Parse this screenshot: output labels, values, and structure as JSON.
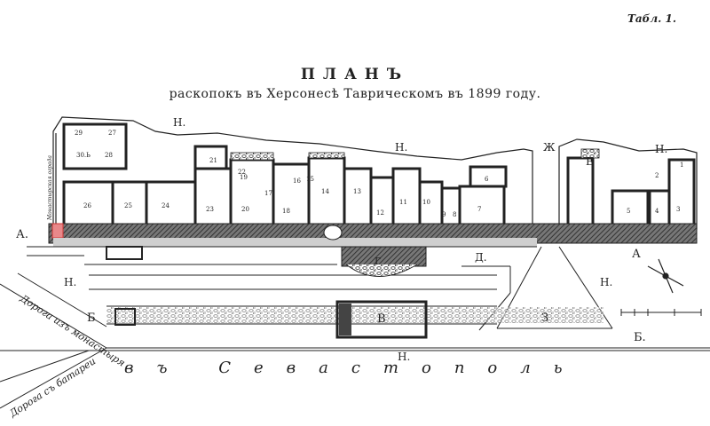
{
  "plate_label": "Табл. 1.",
  "title": "ПЛАНЪ",
  "subtitle": "раскопокъ въ Херсонесѣ Таврическомъ въ 1899 году.",
  "road_sevastopol": "въ Севастополь",
  "road_monastery": "Дорога изъ монастыря",
  "road_battery": "Дорога съ батареи",
  "wall_label": "Монастырская ограда",
  "section_marks": {
    "a_left": "А.",
    "a_right": "А",
    "b_left": "Б",
    "b_right": "Б."
  },
  "area_marks": {
    "h1": "Н.",
    "h2": "Н.",
    "h3": "Н.",
    "h4": "Н.",
    "h5": "Н.",
    "h6": "Н.",
    "zh": "Ж",
    "e": "Е",
    "d": "Д.",
    "v": "В",
    "g": "Г",
    "z": "З"
  },
  "rooms": [
    "29",
    "27",
    "30.Ь",
    "28",
    "26",
    "25",
    "24",
    "23",
    "22",
    "21",
    "20",
    "19",
    "18",
    "17",
    "16",
    "15",
    "14",
    "13",
    "12",
    "11",
    "10",
    "9",
    "8",
    "7",
    "6",
    "5",
    "4",
    "3",
    "2",
    "1"
  ],
  "colors": {
    "ink": "#222222",
    "shade": "#555555",
    "highlight": "#e8888a",
    "paper": "#ffffff"
  }
}
